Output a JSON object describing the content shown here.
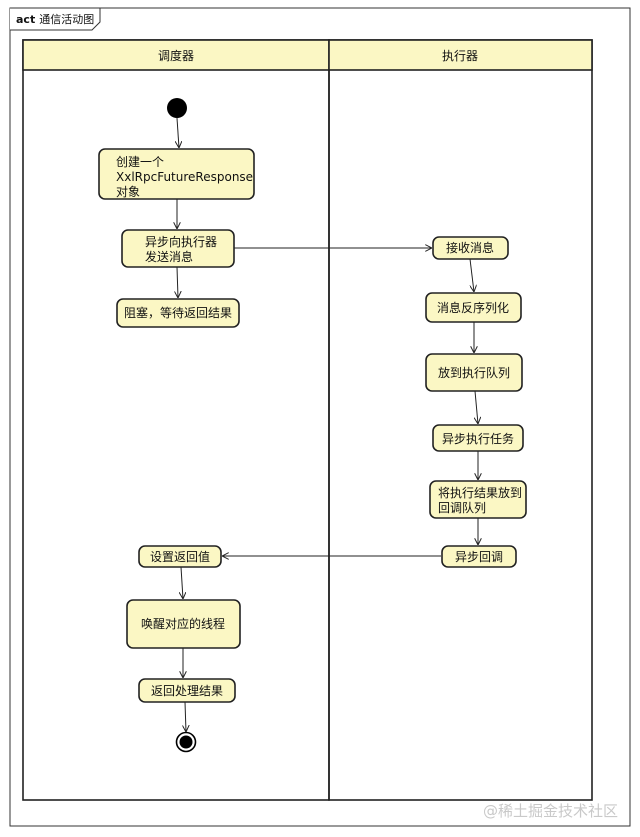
{
  "frame": {
    "keyword": "act",
    "title": "通信活动图"
  },
  "lanes": [
    {
      "label": "调度器"
    },
    {
      "label": "执行器"
    }
  ],
  "nodes": {
    "create_future": {
      "lines": [
        "创建一个",
        "XxlRpcFutureResponse",
        "对象"
      ]
    },
    "async_send": {
      "lines": [
        "异步向执行器",
        "发送消息"
      ]
    },
    "block_wait": {
      "lines": [
        "阻塞，等待返回结果"
      ]
    },
    "receive": {
      "lines": [
        "接收消息"
      ]
    },
    "deserialize": {
      "lines": [
        "消息反序列化"
      ]
    },
    "enqueue": {
      "lines": [
        "放到执行队列"
      ]
    },
    "async_exec": {
      "lines": [
        "异步执行任务"
      ]
    },
    "put_result": {
      "lines": [
        "将执行结果放到",
        "回调队列"
      ]
    },
    "async_callback": {
      "lines": [
        "异步回调"
      ]
    },
    "set_return": {
      "lines": [
        "设置返回值"
      ]
    },
    "wake_thread": {
      "lines": [
        "唤醒对应的线程"
      ]
    },
    "return_result": {
      "lines": [
        "返回处理结果"
      ]
    }
  },
  "watermark": "@稀土掘金技术社区"
}
